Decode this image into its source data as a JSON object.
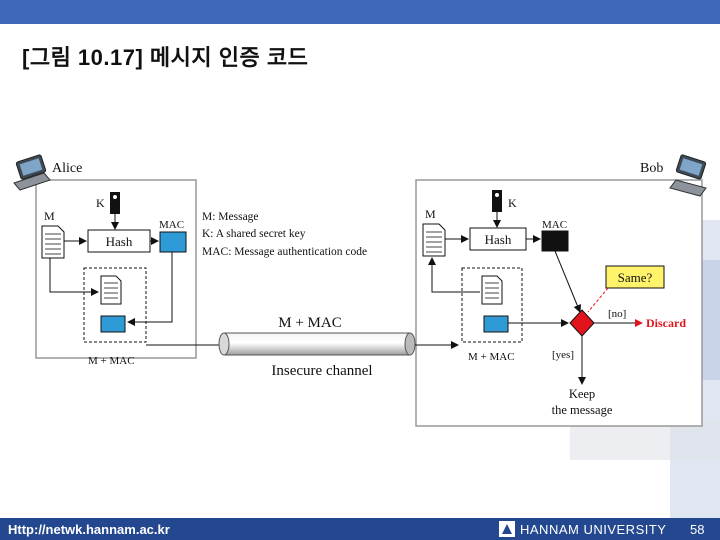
{
  "title": "[그림 10.17] 메시지 인증 코드",
  "footer": {
    "url": "Http://netwk.hannam.ac.kr",
    "university": "HANNAM UNIVERSITY",
    "page": "58"
  },
  "diagram": {
    "alice": "Alice",
    "bob": "Bob",
    "m": "M",
    "k": "K",
    "mac": "MAC",
    "hash": "Hash",
    "m_plus_mac": "M + MAC",
    "channel_label": "M + MAC",
    "channel_caption": "Insecure channel",
    "legend_m": "M: Message",
    "legend_k": "K: A shared secret key",
    "legend_mac": "MAC: Message authentication code",
    "same": "Same?",
    "no": "[no]",
    "yes": "[yes]",
    "discard": "Discard",
    "keep1": "Keep",
    "keep2": "the message"
  },
  "colors": {
    "topbar": "#3d67b8",
    "footer": "#24488f",
    "mac_blue": "#2e9bd6",
    "mac_black": "#111111",
    "decision_red": "#e2141b",
    "same_yellow": "#fff36b",
    "discard_text": "#e2141b"
  }
}
